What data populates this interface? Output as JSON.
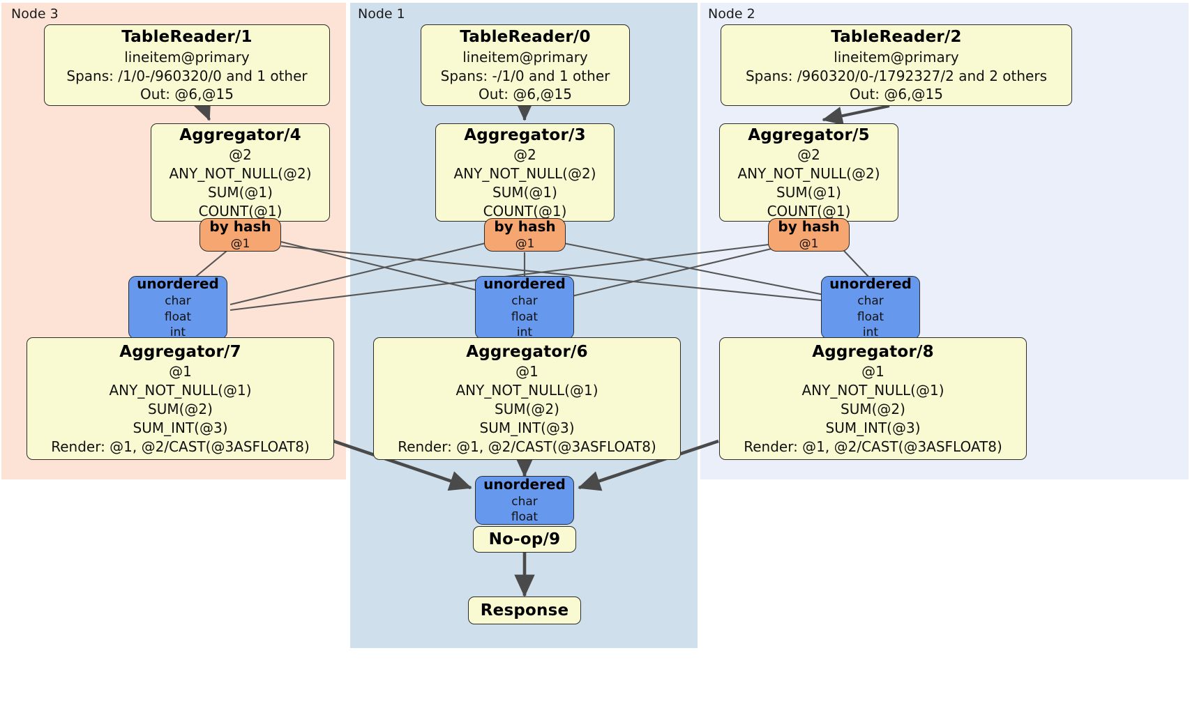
{
  "diagram": {
    "type": "distributed-query-plan",
    "colors": {
      "node3_bg": "#fce3d6",
      "node1_bg": "#cfdfec",
      "node2_bg": "#eaeffa",
      "processor_fill": "#fafad2",
      "router_fill": "#f5a671",
      "sync_fill": "#6699ee",
      "edge": "#4a4a4a",
      "thin_edge": "#555555",
      "border": "#2b2b2b"
    }
  },
  "regions": [
    {
      "id": "node3",
      "label": "Node 3"
    },
    {
      "id": "node1",
      "label": "Node 1"
    },
    {
      "id": "node2",
      "label": "Node 2"
    }
  ],
  "boxes": {
    "tablereader_1": {
      "title": "TableReader/1",
      "lines": [
        "lineitem@primary",
        "Spans: /1/0-/960320/0 and 1 other",
        "Out: @6,@15"
      ]
    },
    "tablereader_0": {
      "title": "TableReader/0",
      "lines": [
        "lineitem@primary",
        "Spans: -/1/0 and 1 other",
        "Out: @6,@15"
      ]
    },
    "tablereader_2": {
      "title": "TableReader/2",
      "lines": [
        "lineitem@primary",
        "Spans: /960320/0-/1792327/2 and 2 others",
        "Out: @6,@15"
      ]
    },
    "aggregator_4": {
      "title": "Aggregator/4",
      "lines": [
        "@2",
        "ANY_NOT_NULL(@2)",
        "SUM(@1)",
        "COUNT(@1)"
      ]
    },
    "aggregator_3": {
      "title": "Aggregator/3",
      "lines": [
        "@2",
        "ANY_NOT_NULL(@2)",
        "SUM(@1)",
        "COUNT(@1)"
      ]
    },
    "aggregator_5": {
      "title": "Aggregator/5",
      "lines": [
        "@2",
        "ANY_NOT_NULL(@2)",
        "SUM(@1)",
        "COUNT(@1)"
      ]
    },
    "byhash_left": {
      "title": "by hash",
      "lines": [
        "@1"
      ]
    },
    "byhash_center": {
      "title": "by hash",
      "lines": [
        "@1"
      ]
    },
    "byhash_right": {
      "title": "by hash",
      "lines": [
        "@1"
      ]
    },
    "unordered_left": {
      "title": "unordered",
      "lines": [
        "char",
        "float",
        "int"
      ]
    },
    "unordered_center": {
      "title": "unordered",
      "lines": [
        "char",
        "float",
        "int"
      ]
    },
    "unordered_right": {
      "title": "unordered",
      "lines": [
        "char",
        "float",
        "int"
      ]
    },
    "aggregator_7": {
      "title": "Aggregator/7",
      "lines": [
        "@1",
        "ANY_NOT_NULL(@1)",
        "SUM(@2)",
        "SUM_INT(@3)",
        "Render: @1, @2/CAST(@3ASFLOAT8)"
      ]
    },
    "aggregator_6": {
      "title": "Aggregator/6",
      "lines": [
        "@1",
        "ANY_NOT_NULL(@1)",
        "SUM(@2)",
        "SUM_INT(@3)",
        "Render: @1, @2/CAST(@3ASFLOAT8)"
      ]
    },
    "aggregator_8": {
      "title": "Aggregator/8",
      "lines": [
        "@1",
        "ANY_NOT_NULL(@1)",
        "SUM(@2)",
        "SUM_INT(@3)",
        "Render: @1, @2/CAST(@3ASFLOAT8)"
      ]
    },
    "unordered_final": {
      "title": "unordered",
      "lines": [
        "char",
        "float"
      ]
    },
    "noop_9": {
      "title": "No-op/9",
      "lines": []
    },
    "response": {
      "title": "Response",
      "lines": []
    }
  }
}
